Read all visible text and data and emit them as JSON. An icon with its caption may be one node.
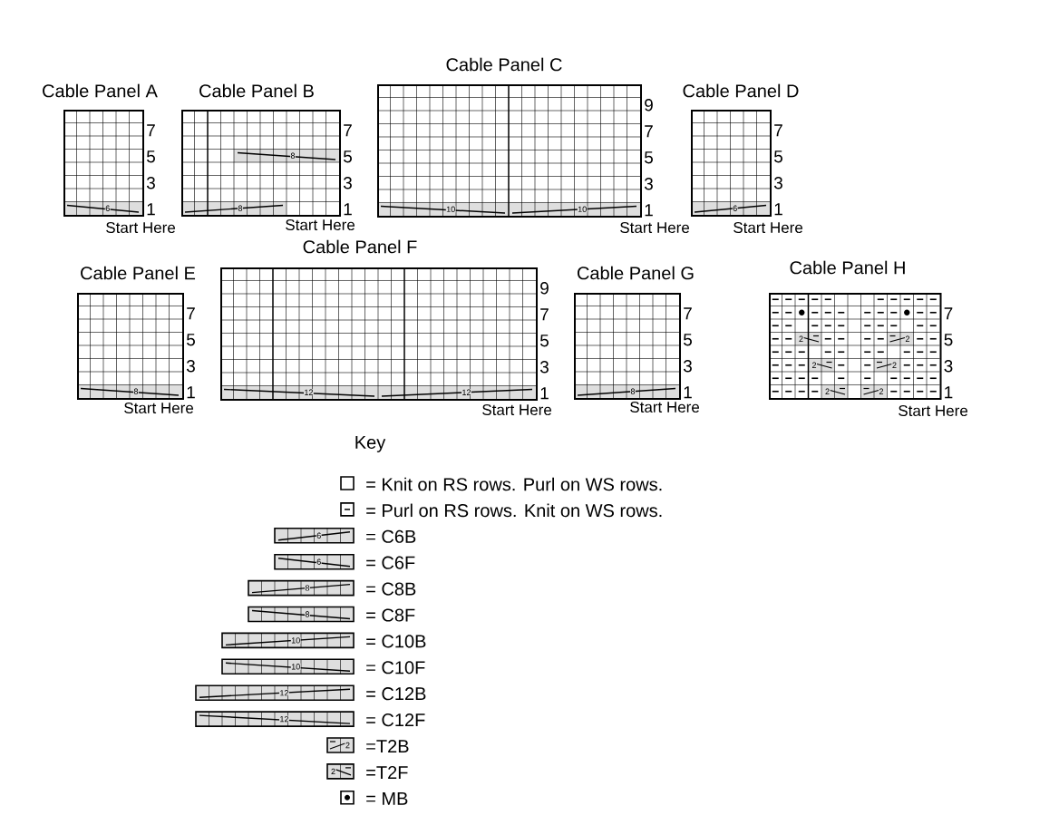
{
  "diagram": {
    "nodes": [
      {
        "text": [
          "Cable Panel A"
        ],
        "beside": [
          "Start Here"
        ]
      },
      {
        "text": [
          "Cable Panel B"
        ],
        "beside": [
          "Start Here"
        ]
      },
      {
        "text": [
          "Cable Panel C"
        ],
        "beside": [
          "Start Here"
        ]
      },
      {
        "text": [
          "Cable Panel D"
        ],
        "beside": [
          "Start Here"
        ]
      },
      {
        "text": [
          "Cable Panel E"
        ],
        "beside": [
          "Start Here"
        ]
      },
      {
        "text": [
          "Cable Panel F"
        ],
        "beside": [
          "Start Here"
        ]
      },
      {
        "text": [
          "Cable Panel G"
        ],
        "beside": [
          "Start Here"
        ]
      },
      {
        "text": [
          "Cable Panel H"
        ],
        "beside": [
          "Start Here"
        ]
      }
    ],
    "labels": [
      "7",
      "5",
      "3",
      "1",
      "6",
      "7",
      "5",
      "3",
      "1",
      "8",
      "8",
      "9",
      "7",
      "5",
      "3",
      "1",
      "10",
      "10",
      "7",
      "5",
      "3",
      "1",
      "6",
      "7",
      "5",
      "3",
      "1",
      "8",
      "9",
      "7",
      "5",
      "3",
      "1",
      "12",
      "12",
      "7",
      "5",
      "3",
      "1",
      "8",
      "7",
      "5",
      "3",
      "1",
      "2",
      "2",
      "2",
      "2",
      "2",
      "2",
      "Key",
      "6",
      "6",
      "8",
      "8",
      "10",
      "10",
      "12",
      "12",
      "2",
      "2"
    ],
    "legend": [
      {
        "text": "= Knit on RS rows. Purl on WS rows."
      },
      {
        "text": "= Purl on RS rows. Knit on WS rows."
      },
      {
        "text": "= C6B"
      },
      {
        "text": "= C6F"
      },
      {
        "text": "= C8B"
      },
      {
        "text": "= C8F"
      },
      {
        "text": "= C10B"
      },
      {
        "text": "= C10F"
      },
      {
        "text": "= C12B"
      },
      {
        "text": "= C12F"
      },
      {
        "text": "=T2B"
      },
      {
        "text": "=T2F"
      },
      {
        "text": "= MB"
      }
    ]
  }
}
